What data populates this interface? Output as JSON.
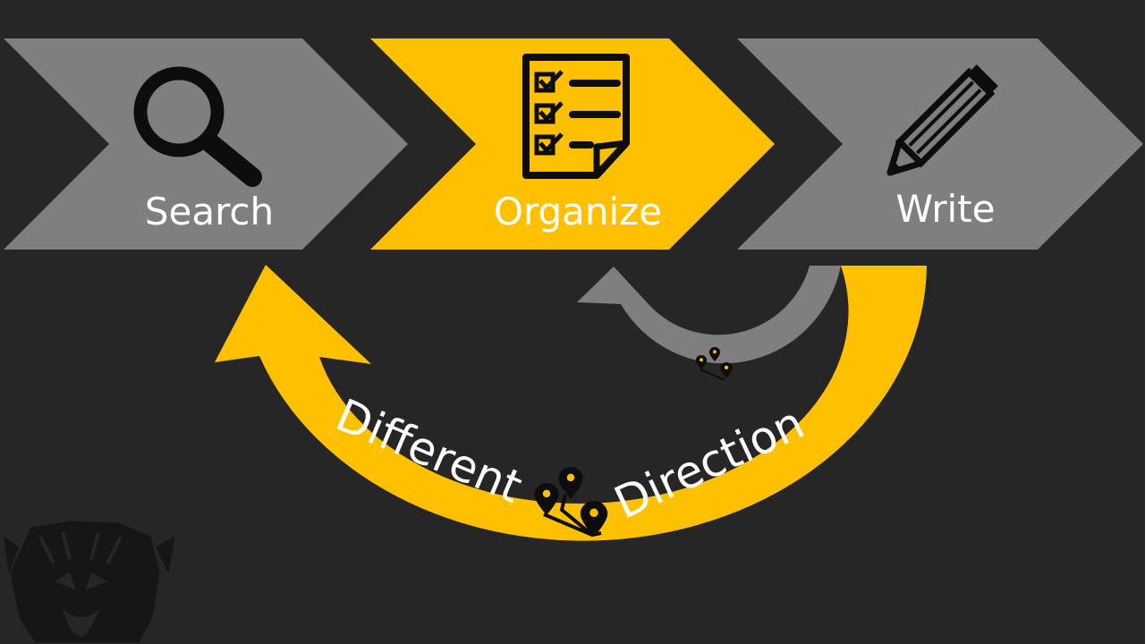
{
  "steps": [
    {
      "label": "Search",
      "icon": "magnifier-icon",
      "color": "#7f7f7f"
    },
    {
      "label": "Organize",
      "icon": "checklist-icon",
      "color": "#ffc000"
    },
    {
      "label": "Write",
      "icon": "pencil-icon",
      "color": "#7f7f7f"
    }
  ],
  "loops": {
    "large": {
      "label_left": "Different",
      "label_right": "Direction",
      "color": "#ffc000",
      "icon": "route-pins-icon"
    },
    "small": {
      "color": "#7f7f7f",
      "icon": "route-pins-icon"
    }
  },
  "logo": {
    "icon": "tiger-head-logo"
  },
  "colors": {
    "background": "#262626",
    "gold": "#ffc000",
    "gray": "#7f7f7f",
    "dark": "#0d0d0d"
  }
}
